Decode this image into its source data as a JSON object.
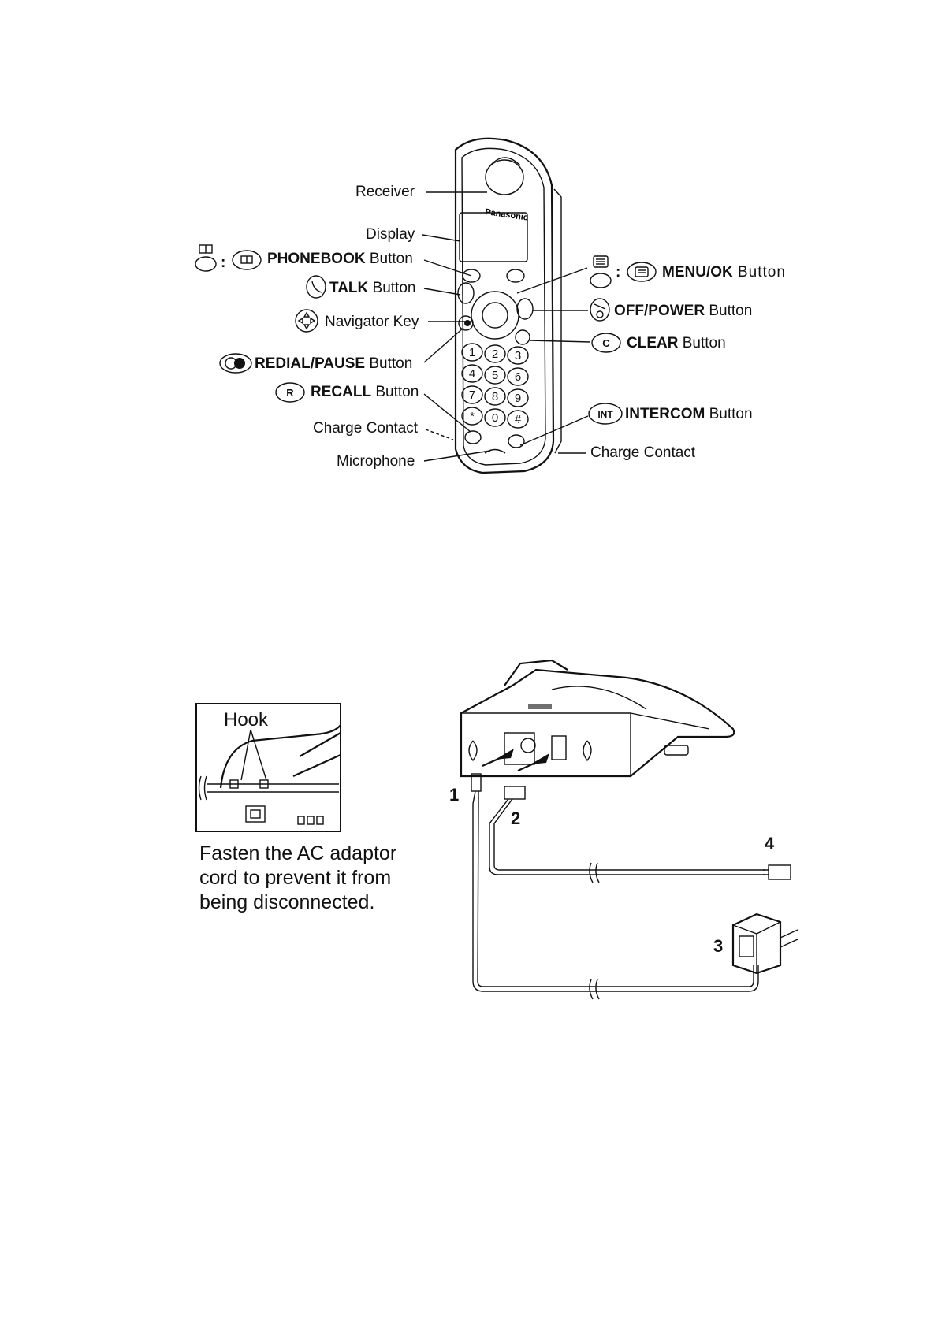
{
  "handset": {
    "brand": "Panasonic",
    "labels": {
      "receiver": "Receiver",
      "display": "Display",
      "phonebook_bold": "PHONEBOOK",
      "phonebook_rest": " Button",
      "talk_bold": "TALK",
      "talk_rest": " Button",
      "navigator": "Navigator Key",
      "redial_bold": "REDIAL/PAUSE",
      "redial_rest": " Button",
      "recall_bold": "RECALL",
      "recall_rest": " Button",
      "charge_contact_left": "Charge Contact",
      "microphone": "Microphone",
      "menu_bold": "MENU/OK",
      "menu_rest": " Button",
      "off_bold": "OFF/POWER",
      "off_rest": " Button",
      "clear_bold": "CLEAR",
      "clear_rest": " Button",
      "intercom_bold": "INTERCOM",
      "intercom_rest": " Button",
      "charge_contact_right": "Charge Contact"
    },
    "icon_letters": {
      "recall": "R",
      "clear": "C",
      "intercom": "INT"
    },
    "keypad": [
      "1",
      "2",
      "3",
      "4",
      "5",
      "6",
      "7",
      "8",
      "9",
      "*",
      "0",
      "#"
    ]
  },
  "base": {
    "hook_label": "Hook",
    "caption_lines": [
      "Fasten the AC adaptor",
      "cord to prevent it from",
      "being disconnected."
    ],
    "step_numbers": [
      "1",
      "2",
      "3",
      "4"
    ]
  }
}
